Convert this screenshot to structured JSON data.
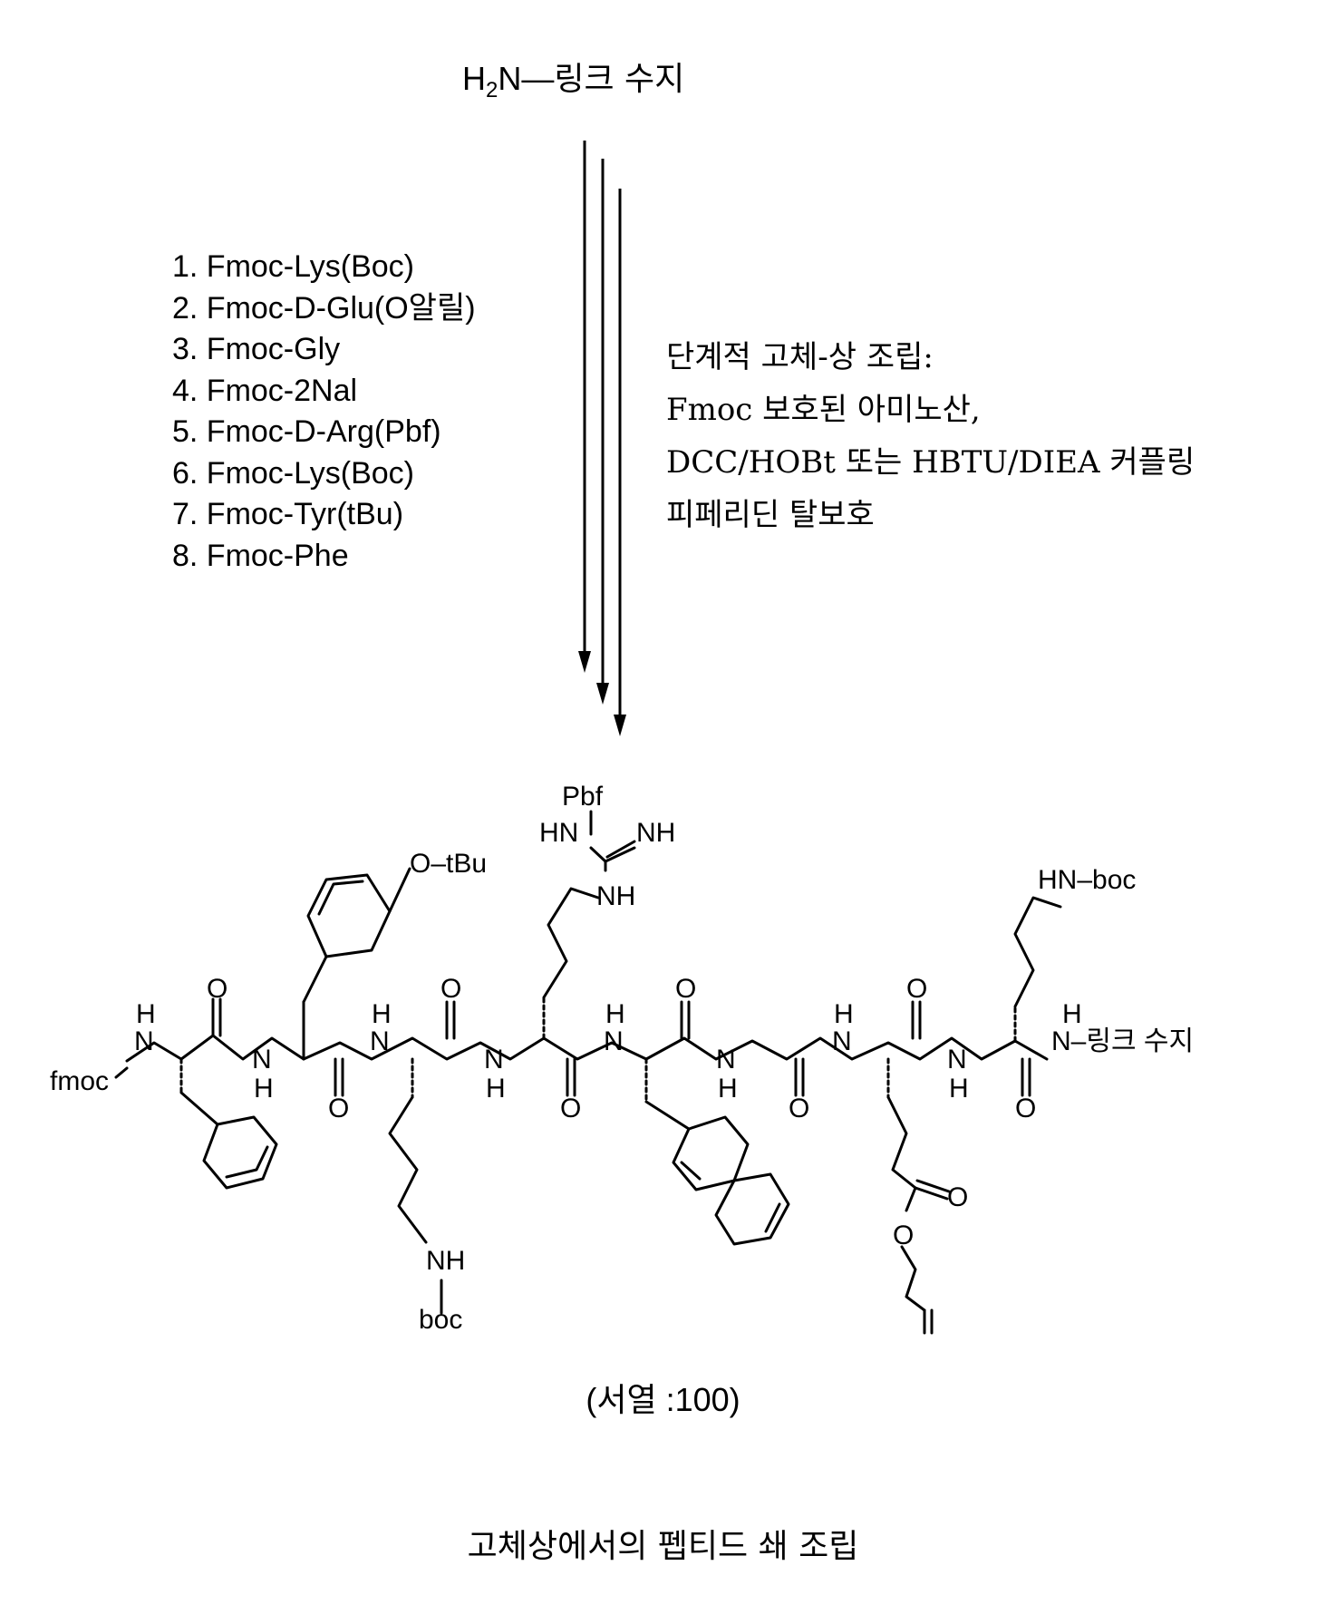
{
  "scheme": {
    "start_material": {
      "prefix": "H",
      "subscript": "2",
      "suffix": "N—",
      "resin": "링크 수지"
    },
    "reagents": [
      "1. Fmoc-Lys(Boc)",
      "2. Fmoc-D-Glu(O알릴)",
      "3. Fmoc-Gly",
      "4. Fmoc-2Nal",
      "5. Fmoc-D-Arg(Pbf)",
      "6. Fmoc-Lys(Boc)",
      "7. Fmoc-Tyr(tBu)",
      "8. Fmoc-Phe"
    ],
    "conditions": [
      "단계적 고체-상 조립:",
      "Fmoc 보호된 아미노산,",
      "DCC/HOBt 또는 HBTU/DIEA 커플링",
      "피페리딘 탈보호"
    ]
  },
  "structure": {
    "labels": {
      "fmoc": "fmoc",
      "H": "H",
      "N": "N",
      "O": "O",
      "otbu": "O–tBu",
      "pbf": "Pbf",
      "hn": "HN",
      "nh": "NH",
      "boc": "boc",
      "hn_boc": "HN–boc",
      "resin_link": "N–링크 수지"
    }
  },
  "sequence_label": "(서열 :100)",
  "caption": "고체상에서의 펩티드 쇄 조립"
}
